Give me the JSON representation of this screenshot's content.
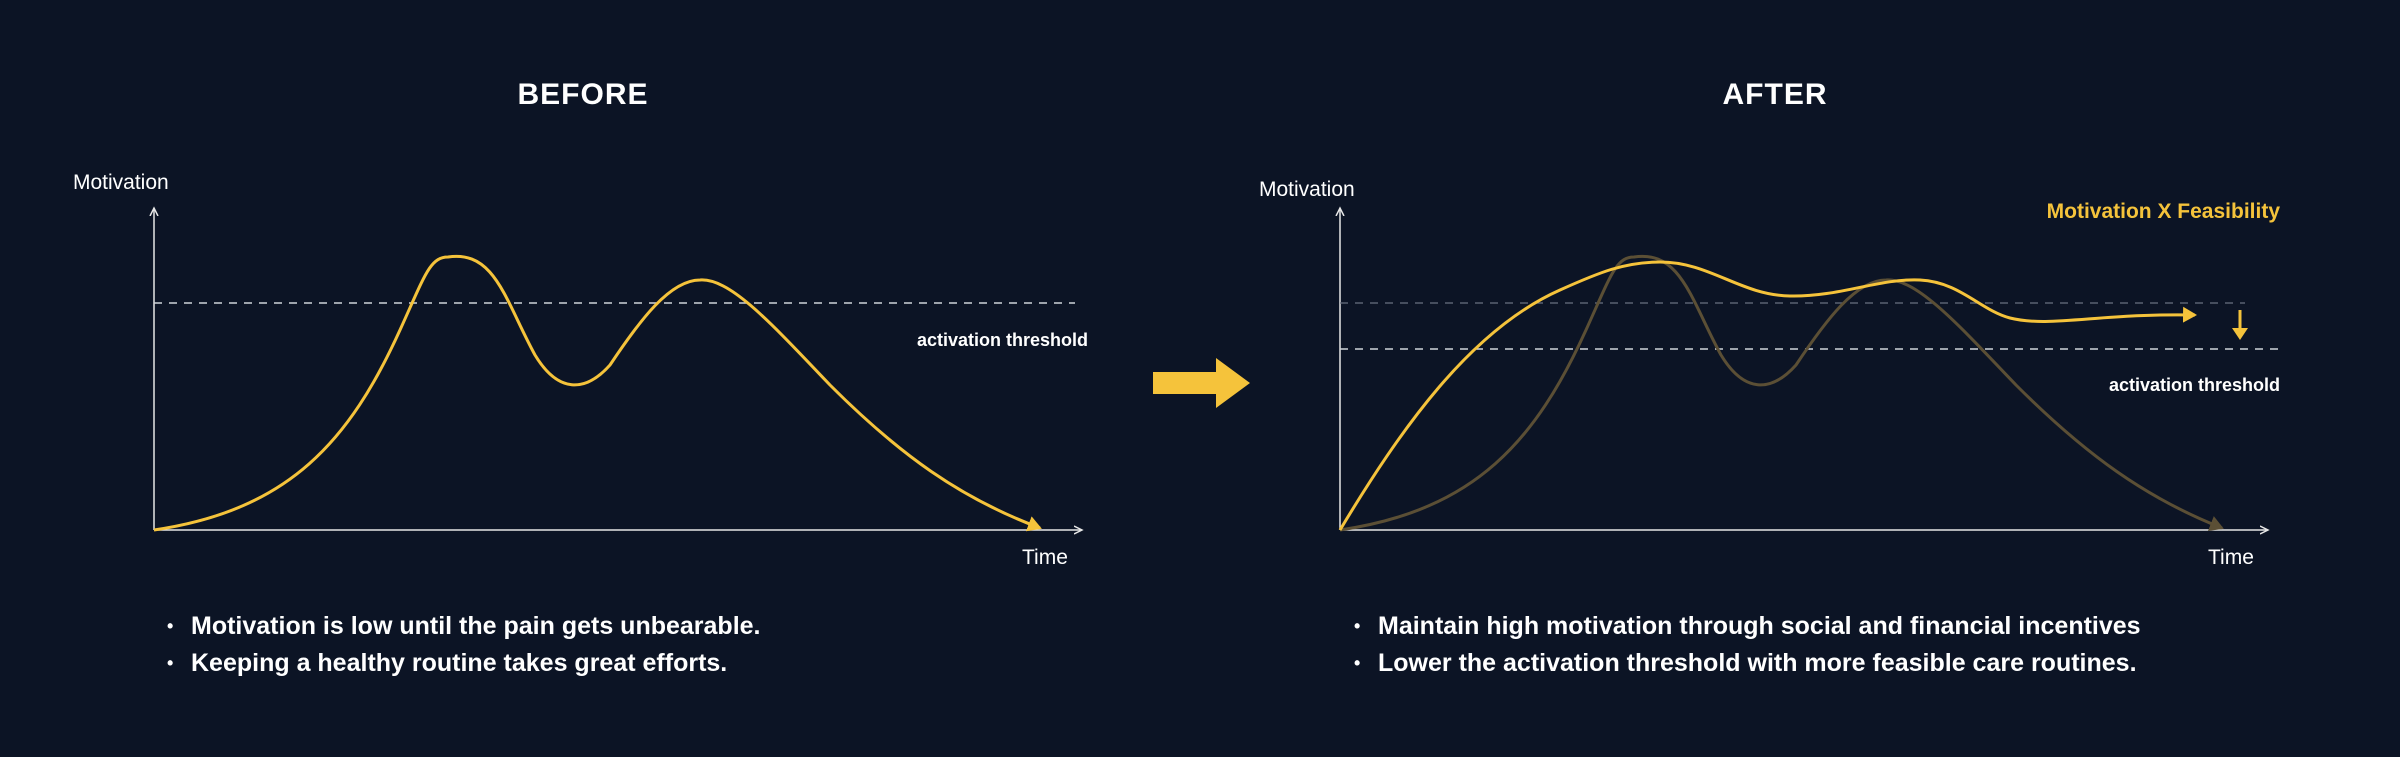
{
  "before": {
    "title": "BEFORE",
    "y_axis_label": "Motivation",
    "x_axis_label": "Time",
    "threshold_label": "activation threshold",
    "bullets": [
      "Motivation is low until the pain gets unbearable.",
      "Keeping a healthy routine takes great efforts."
    ]
  },
  "after": {
    "title": "AFTER",
    "y_axis_label": "Motivation",
    "x_axis_label": "Time",
    "threshold_label": "activation threshold",
    "curve_label": "Motivation X Feasibility",
    "bullets": [
      "Maintain high motivation through social and financial incentives",
      "Lower the activation threshold with more feasible care routines."
    ]
  },
  "colors": {
    "background": "#0c1425",
    "accent": "#f5c33b",
    "faded_curve": "#5b4f35",
    "axis": "#e6e6e6",
    "threshold_line": "#cfd3da"
  },
  "icons": {
    "transition": "right-arrow-icon",
    "threshold_lowering": "down-arrow-icon"
  }
}
